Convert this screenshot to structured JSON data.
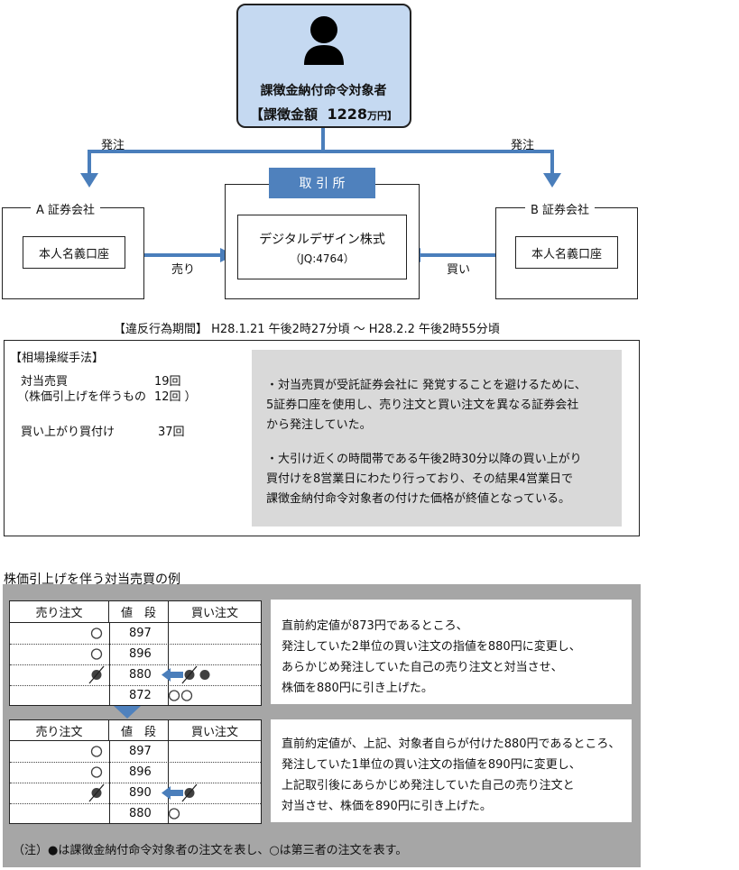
{
  "subject": {
    "title": "課徴金納付命令対象者",
    "amount_label": "【課徴金額",
    "amount_value": "1228",
    "amount_unit": "万円】"
  },
  "order_left": "発注",
  "order_right": "発注",
  "exchange": {
    "label": "取 引 所",
    "company": "デジタルデザイン株式",
    "code": "（JQ:4764）"
  },
  "broker_a": {
    "title": "A 証券会社",
    "account": "本人名義口座",
    "action": "売り"
  },
  "broker_b": {
    "title": "B 証券会社",
    "account": "本人名義口座",
    "action": "買い"
  },
  "period": "【違反行為期間】 H28.1.21 午後2時27分頃 ～ H28.2.2 午後2時55分頃",
  "methods": {
    "heading": "【相場操縦手法】",
    "items": [
      {
        "label": "対当売買",
        "count": "19回"
      },
      {
        "label": "（株価引上げを伴うもの",
        "count": "12回 ）"
      },
      {
        "label": "買い上がり買付け",
        "count": "37回"
      }
    ],
    "notes": [
      [
        "・対当売買が受託証券会社に 発覚することを避けるために、",
        "5証券口座を使用し、売り注文と買い注文を異なる証券会社",
        "から発注していた。"
      ],
      [
        "・大引け近くの時間帯である午後2時30分以降の買い上がり",
        "買付けを8営業日にわたり行っており、その結果4営業日で",
        "課徴金納付命令対象者の付けた価格が終値となっている。"
      ]
    ]
  },
  "example": {
    "title": "株価引上げを伴う対当売買の例",
    "headers": {
      "sell": "売り注文",
      "price": "値　段",
      "buy": "買い注文"
    },
    "board1": {
      "rows": [
        {
          "price": "897",
          "sell": "open",
          "buy": ""
        },
        {
          "price": "896",
          "sell": "open",
          "buy": ""
        },
        {
          "price": "880",
          "sell": "filled-slash",
          "buy": "arrow-filled-slash-filled"
        },
        {
          "price": "872",
          "sell": "",
          "buy": "open-open"
        }
      ],
      "desc": [
        "直前約定値が873円であるところ、",
        "発注していた2単位の買い注文の指値を880円に変更し、",
        "あらかじめ発注していた自己の売り注文と対当させ、",
        "株価を880円に引き上げた。"
      ]
    },
    "board2": {
      "rows": [
        {
          "price": "897",
          "sell": "open",
          "buy": ""
        },
        {
          "price": "896",
          "sell": "open",
          "buy": ""
        },
        {
          "price": "890",
          "sell": "filled-slash",
          "buy": "arrow-filled-slash"
        },
        {
          "price": "880",
          "sell": "",
          "buy": "open"
        }
      ],
      "desc": [
        "直前約定値が、上記、対象者自らが付けた880円であるところ、",
        "発注していた1単位の買い注文の指値を890円に変更し、",
        "上記取引後にあらかじめ発注していた自己の売り注文と",
        "対当させ、株価を890円に引き上げた。"
      ]
    },
    "note": "（注）●は課徴金納付命令対象者の注文を表し、○は第三者の注文を表す。"
  },
  "colors": {
    "subject_fill": "#c5d9f1",
    "exchange_label_fill": "#4f81bd",
    "arrow": "#4a7ebb",
    "note_panel": "#d9d9d9",
    "example_panel": "#a6a6a6",
    "order_mark": "#404040"
  },
  "icons": {
    "person": "person-silhouette-icon"
  }
}
